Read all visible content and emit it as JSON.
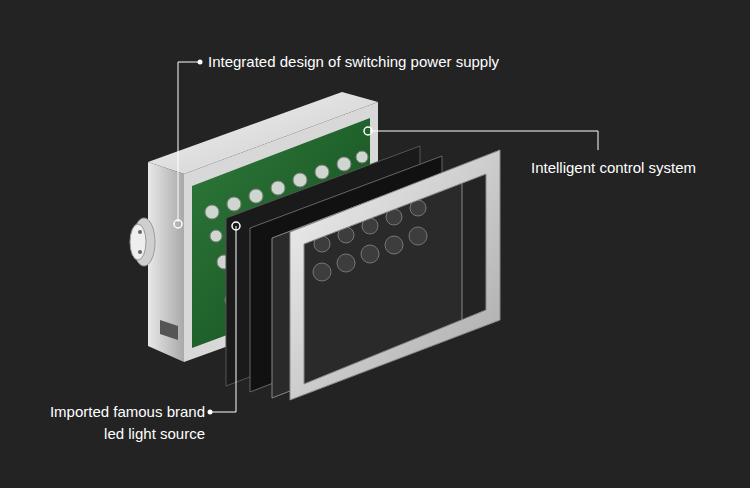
{
  "diagram": {
    "labels": [
      "Integrated design of switching power supply",
      "Intelligent control system",
      "Imported famous brand led light source"
    ]
  }
}
